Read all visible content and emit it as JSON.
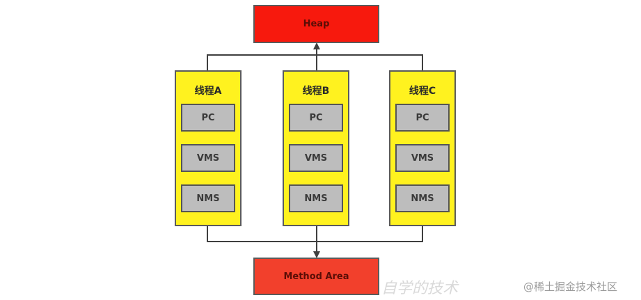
{
  "diagram": {
    "heap_label": "Heap",
    "method_area_label": "Method Area",
    "threads": [
      {
        "title": "线程A",
        "cells": [
          "PC",
          "VMS",
          "NMS"
        ]
      },
      {
        "title": "线程B",
        "cells": [
          "PC",
          "VMS",
          "NMS"
        ]
      },
      {
        "title": "线程C",
        "cells": [
          "PC",
          "VMS",
          "NMS"
        ]
      }
    ]
  },
  "watermark": {
    "faint_text": "自学的技术",
    "site_text": "@稀土掘金技术社区"
  },
  "colors": {
    "heap": "#f7190d",
    "method_area": "#f2402c",
    "thread_bg": "#fff21f",
    "cell_bg": "#bdbdbd",
    "line": "#3f3f3f"
  }
}
